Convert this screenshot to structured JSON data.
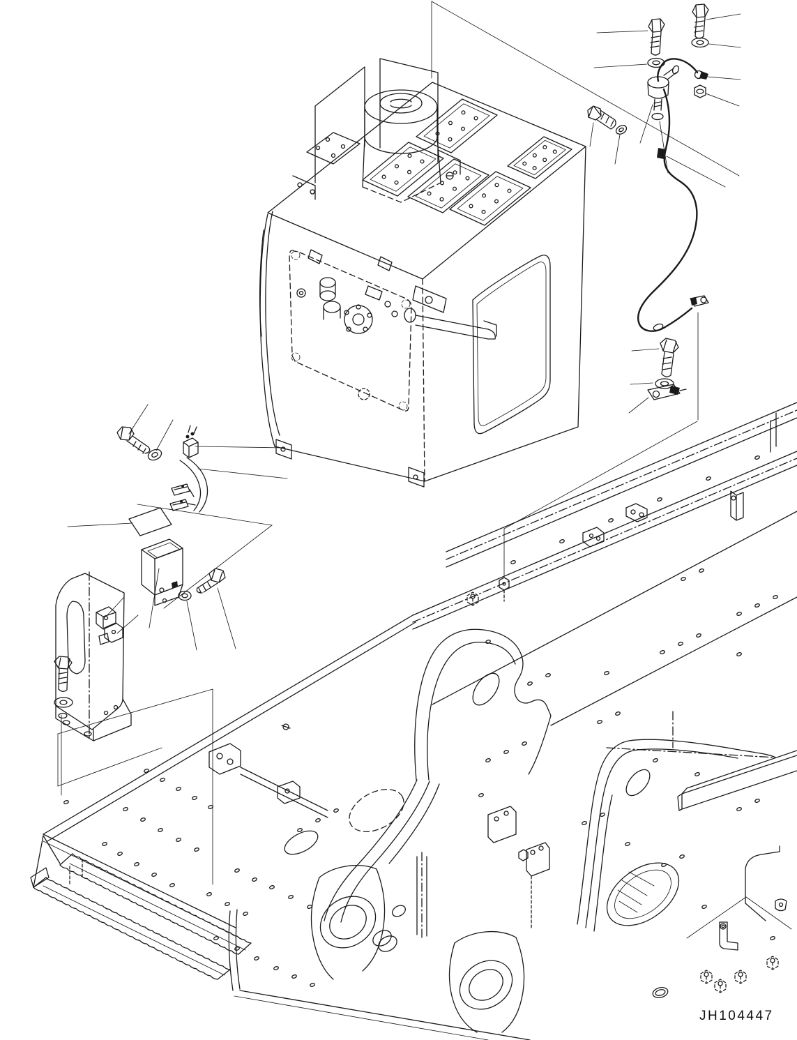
{
  "diagram": {
    "drawing_number": "JH104447",
    "colors": {
      "background": "#ffffff",
      "line": "#1a1a1a"
    },
    "components": [
      "hydraulic-tank",
      "tank-filler-cap",
      "tank-top-access-panels",
      "tank-front-service-panel",
      "ground-cable-kit",
      "ground-cable",
      "cable-clamp",
      "terminal-bolt-kit",
      "harness-bracket-kit",
      "mount-bracket",
      "revolving-frame",
      "boom-foot-brackets",
      "deck-plate",
      "access-step",
      "frame-hardware-nuts"
    ]
  }
}
